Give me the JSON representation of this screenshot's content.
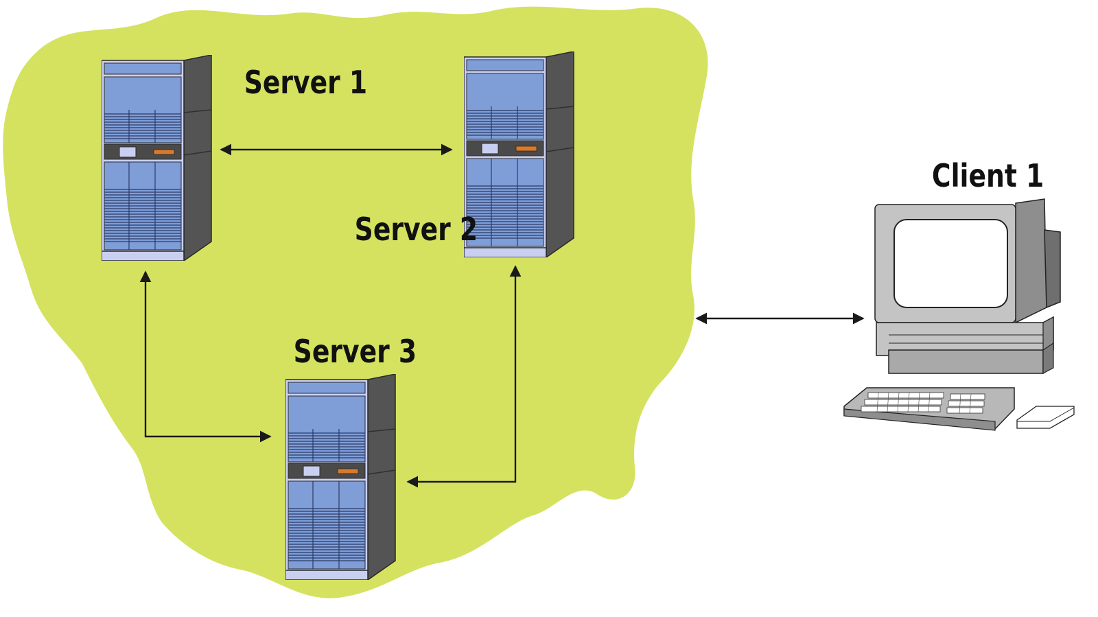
{
  "labels": {
    "server1": "Server 1",
    "server2": "Server 2",
    "server3": "Server 3",
    "client1": "Client 1"
  },
  "colors": {
    "cloud": "#d5e25f",
    "server_front": "#7f9ed8",
    "server_trim": "#c9cff0",
    "server_side": "#545454",
    "server_led": "#d97a2a",
    "monitor_body": "#c4c4c4",
    "monitor_side": "#8e8e8e",
    "screen": "#ffffff",
    "connector": "#1a1a1a"
  },
  "icons": [
    "server-tower-icon",
    "desktop-computer-icon",
    "double-arrow-icon"
  ]
}
